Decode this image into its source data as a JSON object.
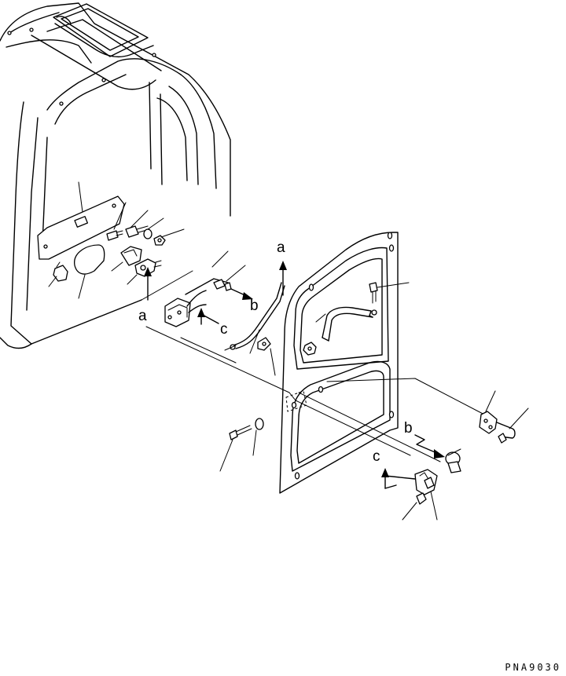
{
  "diagram": {
    "drawing_id": "PNA9030",
    "callouts": {
      "a": "a",
      "b": "b",
      "c": "c"
    }
  }
}
